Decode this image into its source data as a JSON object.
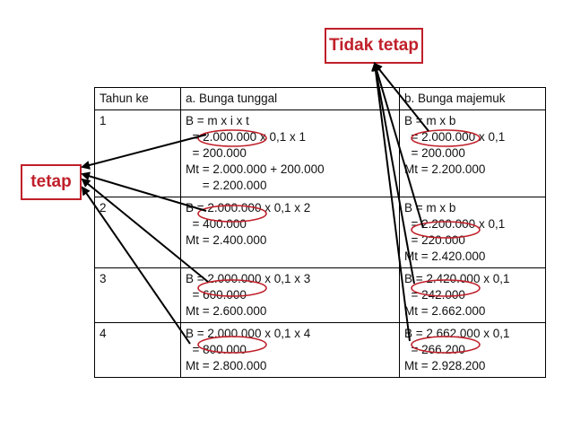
{
  "labels": {
    "tidak_tetap": "Tidak tetap",
    "tetap": "tetap"
  },
  "table": {
    "headers": [
      "Tahun ke",
      "a. Bunga tunggal",
      "b. Bunga majemuk"
    ],
    "rows": [
      {
        "year": "1",
        "tunggal": [
          "B = m x i x t",
          "  = 2.000.000 x 0,1 x 1",
          "  = 200.000",
          "Mt = 2.000.000 + 200.000",
          "     = 2.200.000"
        ],
        "majemuk": [
          "B = m x b",
          "  = 2.000.000 x 0,1",
          "  = 200.000",
          "Mt = 2.200.000"
        ]
      },
      {
        "year": "2",
        "tunggal": [
          "B = 2.000.000 x 0,1 x 2",
          "  = 400.000",
          "Mt = 2.400.000"
        ],
        "majemuk": [
          "B = m x b",
          "  = 2.200.000 x 0,1",
          "  = 220.000",
          "Mt = 2.420.000"
        ]
      },
      {
        "year": "3",
        "tunggal": [
          "B = 2.000.000 x 0,1 x 3",
          "  = 600.000",
          "Mt = 2.600.000"
        ],
        "majemuk": [
          "B = 2.420.000 x 0,1",
          "  = 242.000",
          "Mt = 2.662.000"
        ]
      },
      {
        "year": "4",
        "tunggal": [
          "B = 2.000.000 x 0,1 x 4",
          "  = 800.000",
          "Mt = 2.800.000"
        ],
        "majemuk": [
          "B = 2.662.000 x 0,1",
          "  = 266.200",
          "Mt = 2.928.200"
        ]
      }
    ]
  },
  "colors": {
    "highlight": "#c0202a",
    "arrow": "#000000"
  }
}
